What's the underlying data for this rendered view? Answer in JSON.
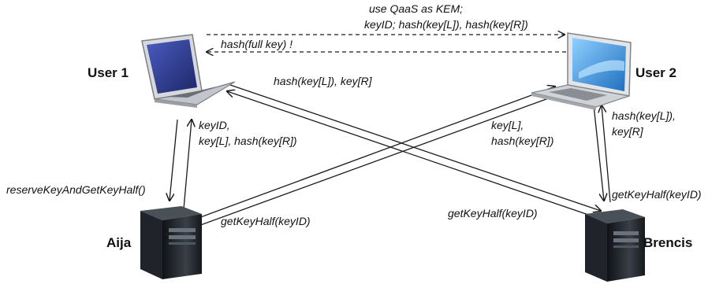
{
  "nodes": {
    "user1": {
      "name": "User 1",
      "icon": "laptop-icon"
    },
    "user2": {
      "name": "User 2",
      "icon": "laptop-icon"
    },
    "aija": {
      "name": "Aija",
      "icon": "server-icon"
    },
    "brencis": {
      "name": "Brencis",
      "icon": "server-icon"
    }
  },
  "messages": {
    "kem_line1": "use QaaS as KEM;",
    "kem_line2": "keyID; hash(key[L]), hash(key[R])",
    "hash_full_key": "hash(full key) !",
    "u1_to_u2_hashes": "hash(key[L]), key[R]",
    "aija_to_u1_line1": "keyID,",
    "aija_to_u1_line2": "key[L], hash(key[R])",
    "reserve_call": "reserveKeyAndGetKeyHalf()",
    "brencis_to_u2_line1": "key[L],",
    "brencis_to_u2_line2": "hash(key[R])",
    "u2_hash_line1": "hash(key[L]),",
    "u2_hash_line2": "key[R]",
    "get_half_aija": "getKeyHalf(keyID)",
    "get_half_brencis": "getKeyHalf(keyID)",
    "get_half_u2": "getKeyHalf(keyID)"
  },
  "colors": {
    "laptop_body": "#c9ccd1",
    "laptop_screen_user1": "#2b3a8c",
    "laptop_screen_user2": "#3d8fd6",
    "server_body": "#1f2328",
    "line": "#1a1a1a"
  }
}
